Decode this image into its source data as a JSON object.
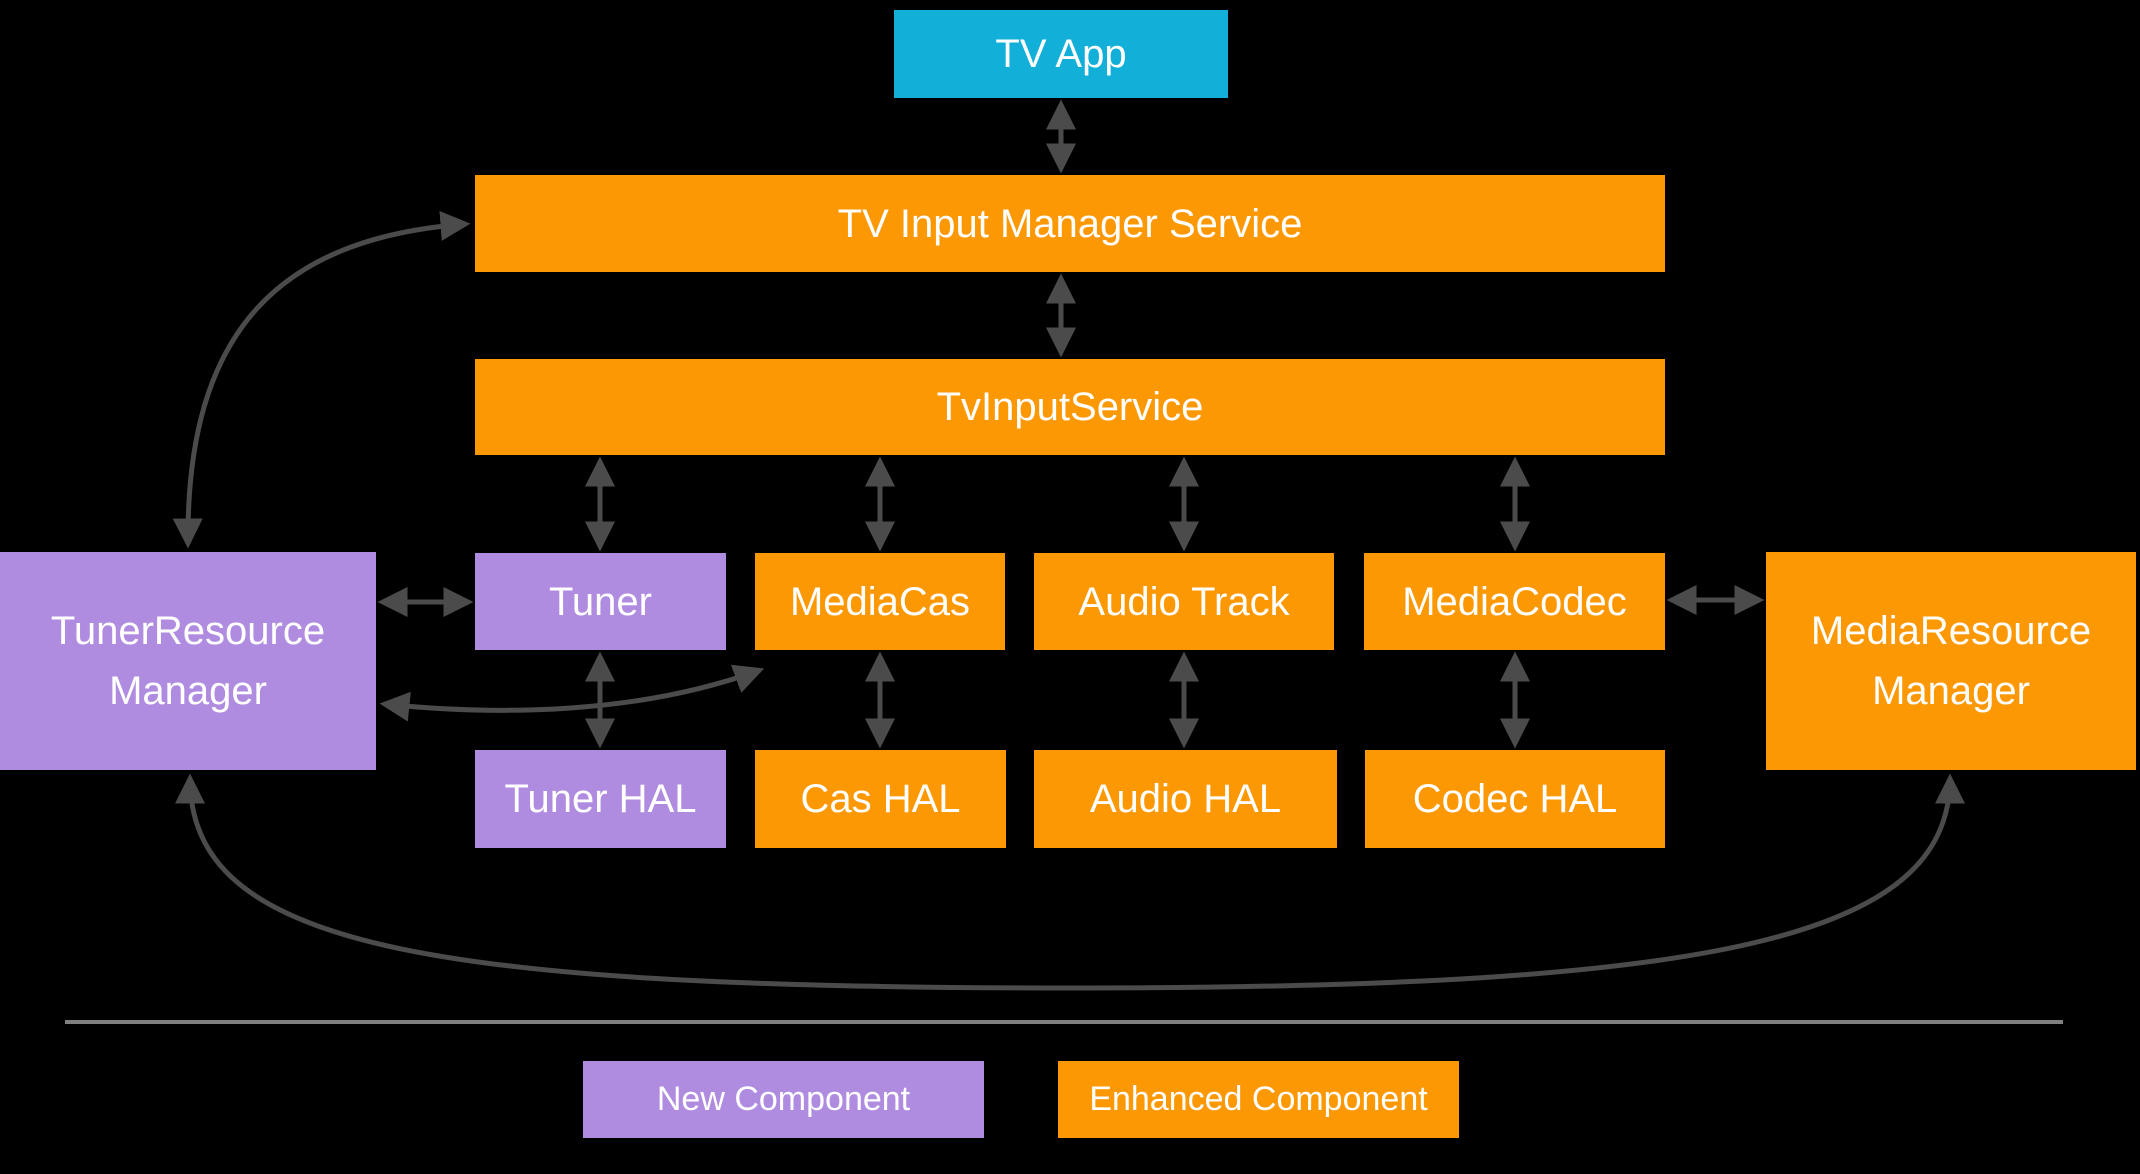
{
  "colors": {
    "cyan": "#12AFD9",
    "orange": "#FC9803",
    "purple": "#B08CE0",
    "arrow": "#4B4B4B",
    "divider": "#808080",
    "background": "#000000",
    "text": "#FFFFFF"
  },
  "nodes": {
    "tv_app": {
      "label": "TV App",
      "category": "app"
    },
    "tims": {
      "label": "TV Input Manager Service",
      "category": "enhanced"
    },
    "tvis": {
      "label": "TvInputService",
      "category": "enhanced"
    },
    "trm": {
      "label": "TunerResource Manager",
      "category": "new"
    },
    "tuner": {
      "label": "Tuner",
      "category": "new"
    },
    "media_cas": {
      "label": "MediaCas",
      "category": "enhanced"
    },
    "audio_track": {
      "label": "Audio Track",
      "category": "enhanced"
    },
    "media_codec": {
      "label": "MediaCodec",
      "category": "enhanced"
    },
    "mrm": {
      "label": "MediaResource Manager",
      "category": "enhanced"
    },
    "tuner_hal": {
      "label": "Tuner HAL",
      "category": "new"
    },
    "cas_hal": {
      "label": "Cas HAL",
      "category": "enhanced"
    },
    "audio_hal": {
      "label": "Audio HAL",
      "category": "enhanced"
    },
    "codec_hal": {
      "label": "Codec HAL",
      "category": "enhanced"
    }
  },
  "edges": [
    {
      "from": "tv_app",
      "to": "tims",
      "bidirectional": true,
      "style": "straight"
    },
    {
      "from": "tims",
      "to": "tvis",
      "bidirectional": true,
      "style": "straight"
    },
    {
      "from": "tvis",
      "to": "tuner",
      "bidirectional": true,
      "style": "straight"
    },
    {
      "from": "tvis",
      "to": "media_cas",
      "bidirectional": true,
      "style": "straight"
    },
    {
      "from": "tvis",
      "to": "audio_track",
      "bidirectional": true,
      "style": "straight"
    },
    {
      "from": "tvis",
      "to": "media_codec",
      "bidirectional": true,
      "style": "straight"
    },
    {
      "from": "trm",
      "to": "tuner",
      "bidirectional": true,
      "style": "straight"
    },
    {
      "from": "tuner",
      "to": "tuner_hal",
      "bidirectional": true,
      "style": "straight"
    },
    {
      "from": "media_cas",
      "to": "cas_hal",
      "bidirectional": true,
      "style": "straight"
    },
    {
      "from": "audio_track",
      "to": "audio_hal",
      "bidirectional": true,
      "style": "straight"
    },
    {
      "from": "media_codec",
      "to": "codec_hal",
      "bidirectional": true,
      "style": "straight"
    },
    {
      "from": "media_codec",
      "to": "mrm",
      "bidirectional": true,
      "style": "straight"
    },
    {
      "from": "trm",
      "to": "tims",
      "bidirectional": true,
      "style": "curved"
    },
    {
      "from": "trm",
      "to": "media_cas",
      "bidirectional": true,
      "style": "curved"
    },
    {
      "from": "trm",
      "to": "mrm",
      "bidirectional": true,
      "style": "curved"
    }
  ],
  "legend": {
    "new_component": {
      "label": "New Component"
    },
    "enhanced_component": {
      "label": "Enhanced Component"
    }
  }
}
